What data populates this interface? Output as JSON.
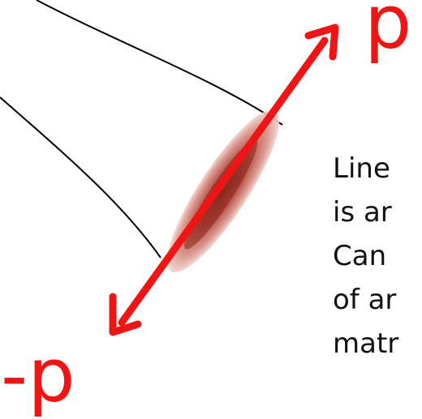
{
  "labels": {
    "plus_p": "p",
    "minus_p": "-p"
  },
  "caption_lines": [
    "Line",
    "is ar",
    "Can",
    "of ar",
    "matr"
  ],
  "colors": {
    "arrow": "#f01414",
    "ellipsoid_dark": "#a0281c",
    "ellipsoid_light": "#f2c9c0",
    "lines": "#000000",
    "text": "#111111"
  }
}
